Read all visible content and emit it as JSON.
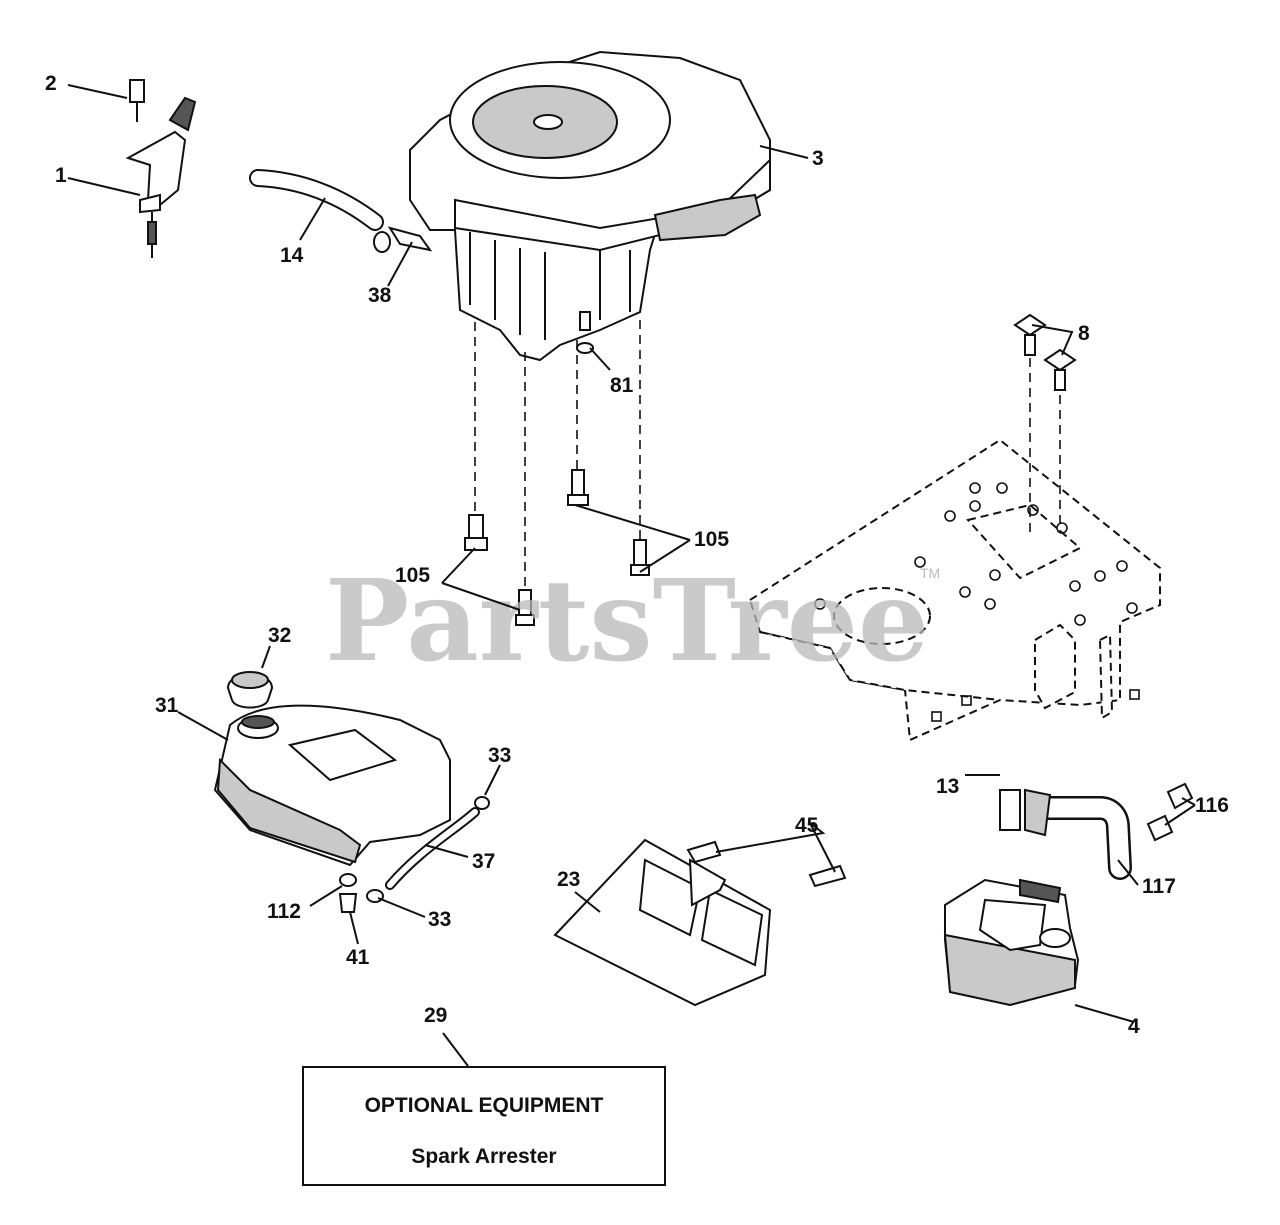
{
  "watermark": {
    "brand": "PartsTree",
    "mark": "TM"
  },
  "callouts": {
    "c1": "1",
    "c2": "2",
    "c3": "3",
    "c4": "4",
    "c8": "8",
    "c13": "13",
    "c14": "14",
    "c23": "23",
    "c29": "29",
    "c31": "31",
    "c32": "32",
    "c33a": "33",
    "c33b": "33",
    "c37": "37",
    "c38": "38",
    "c41": "41",
    "c45": "45",
    "c81": "81",
    "c105a": "105",
    "c105b": "105",
    "c112": "112",
    "c116": "116",
    "c117": "117"
  },
  "note": {
    "line1": "OPTIONAL EQUIPMENT",
    "line2": "Spark Arrester"
  }
}
